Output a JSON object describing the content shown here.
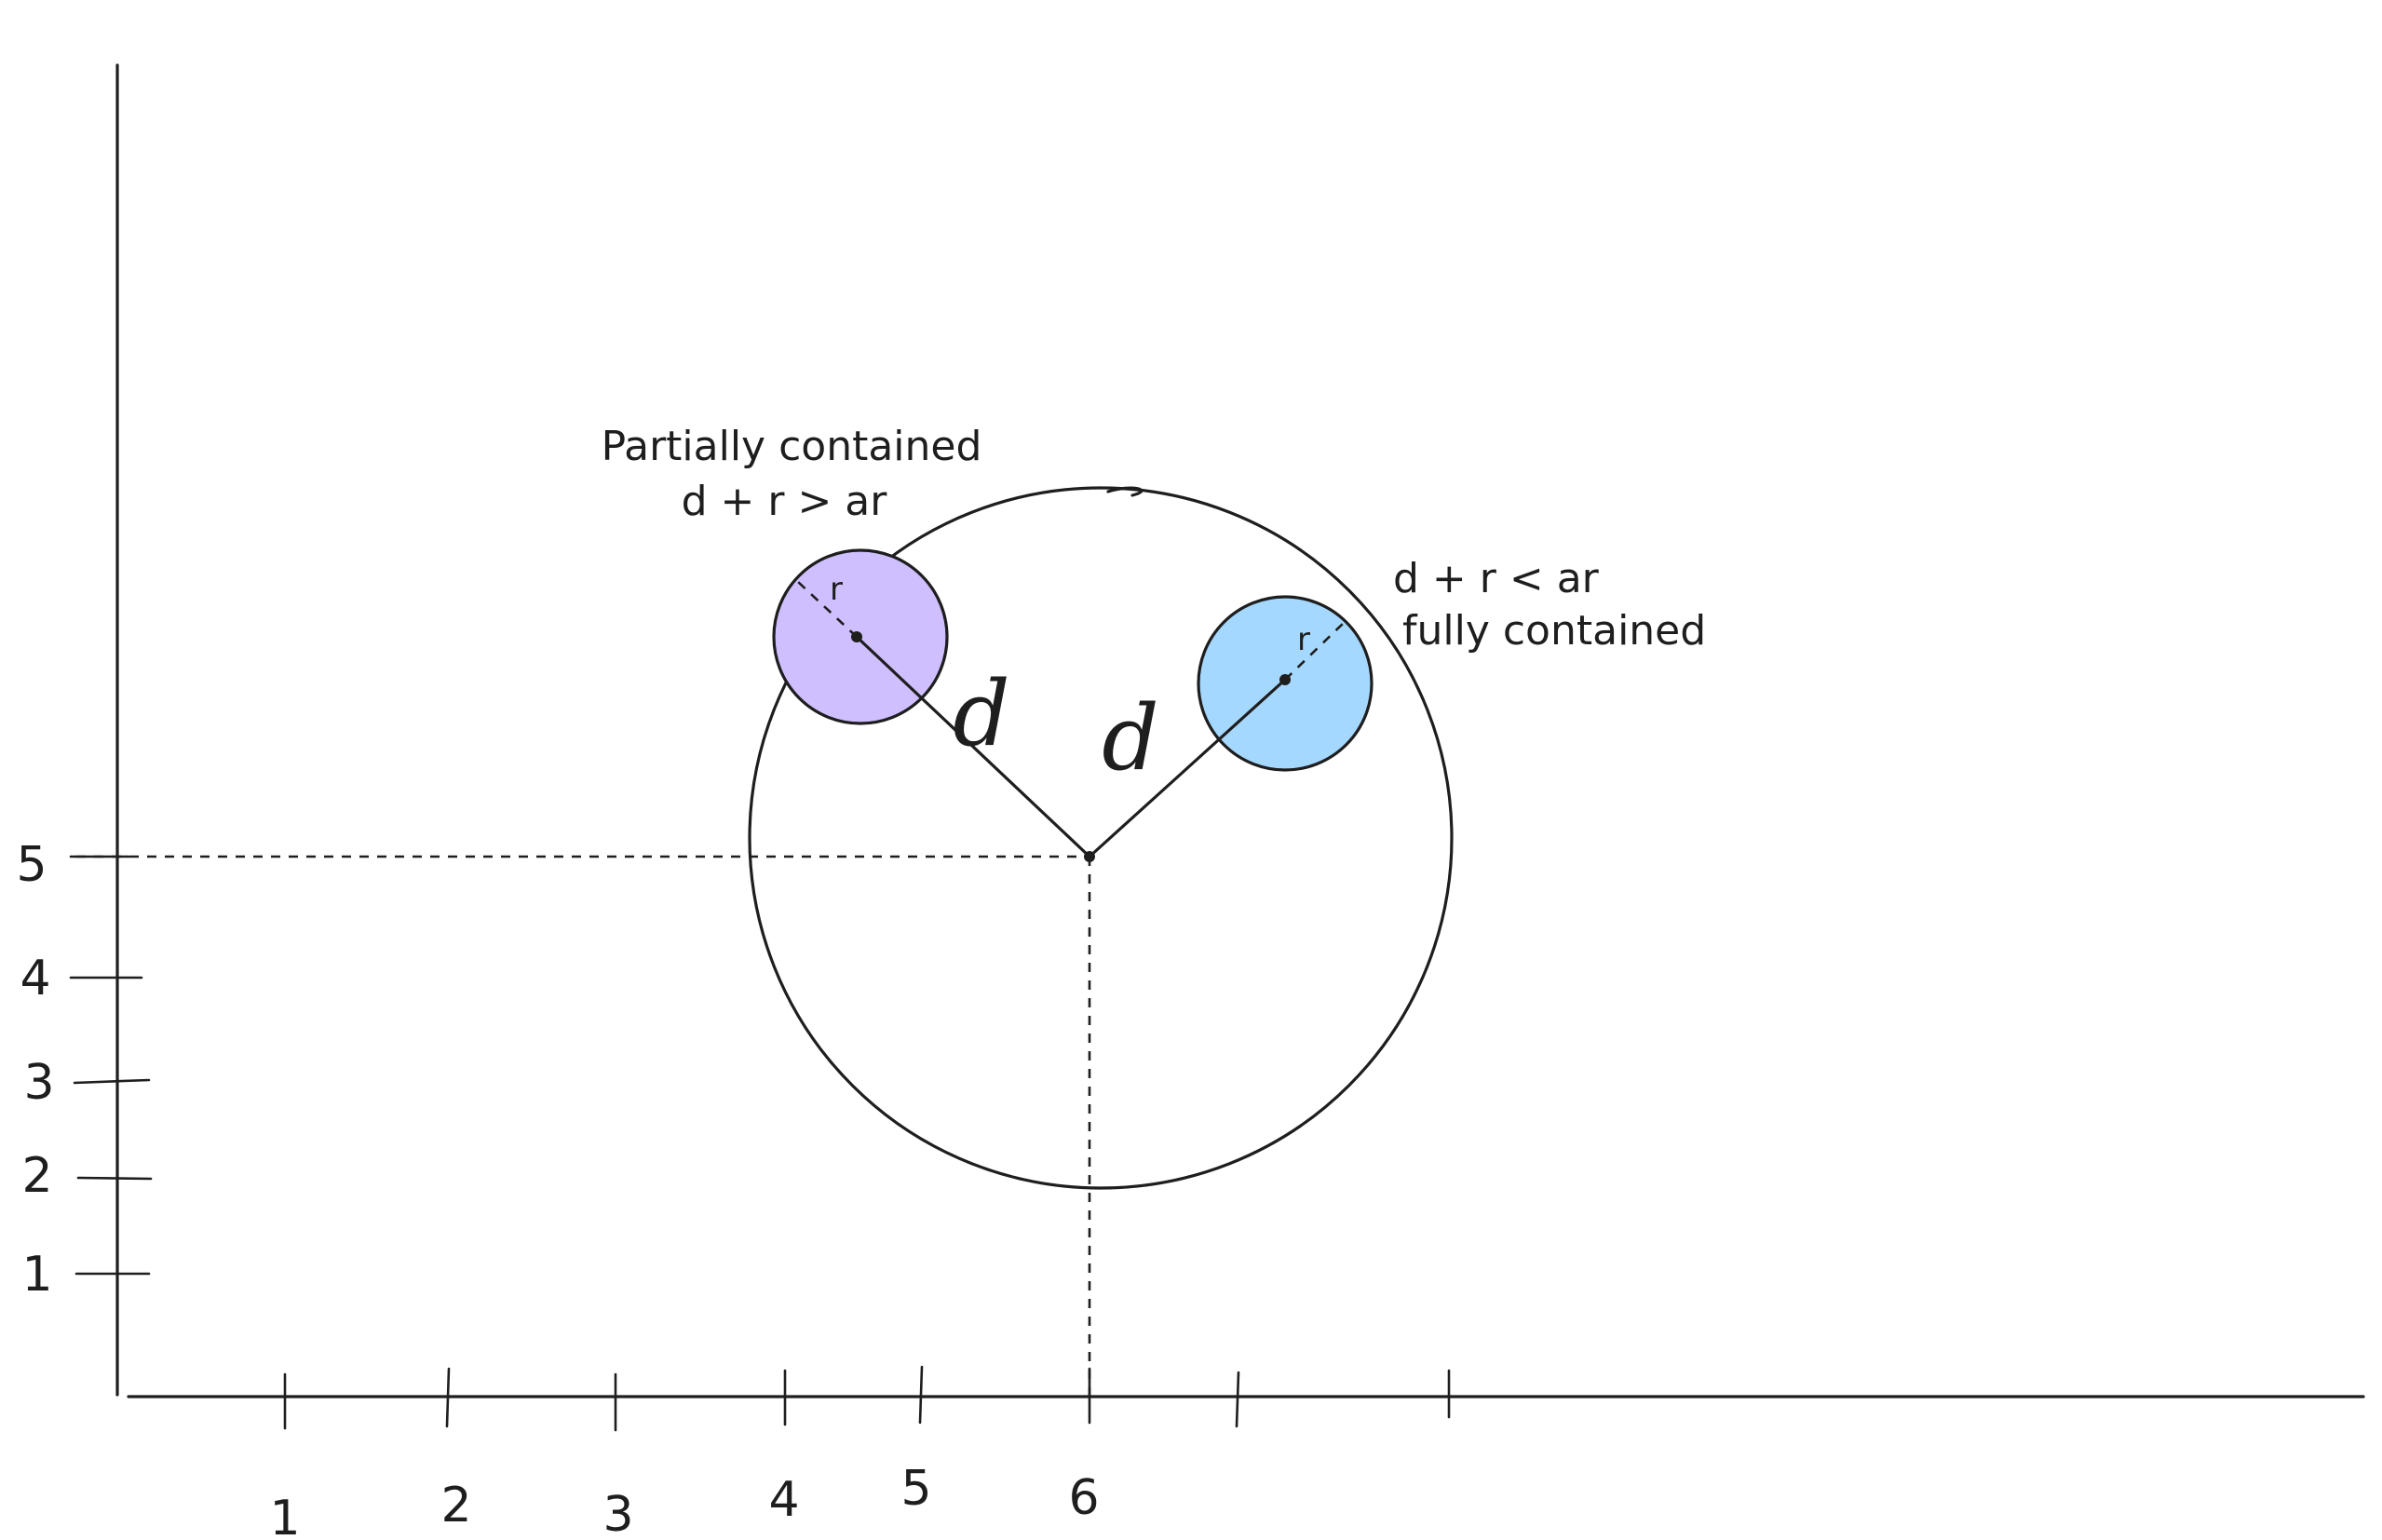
{
  "axes": {
    "x_ticks": [
      "1",
      "2",
      "3",
      "4",
      "5",
      "6",
      "",
      ""
    ],
    "y_ticks": [
      "1",
      "2",
      "3",
      "4",
      "5"
    ]
  },
  "labels": {
    "partial_title": "Partially contained",
    "partial_formula": "d + r > ar",
    "full_formula": "d + r < ar",
    "full_title": "fully contained",
    "distance_left": "d",
    "distance_right": "d",
    "radius_left": "r",
    "radius_right": "r"
  },
  "colors": {
    "stroke": "#1e1e1e",
    "partial_fill": "#d0bfff",
    "full_fill": "#a5d8ff"
  }
}
